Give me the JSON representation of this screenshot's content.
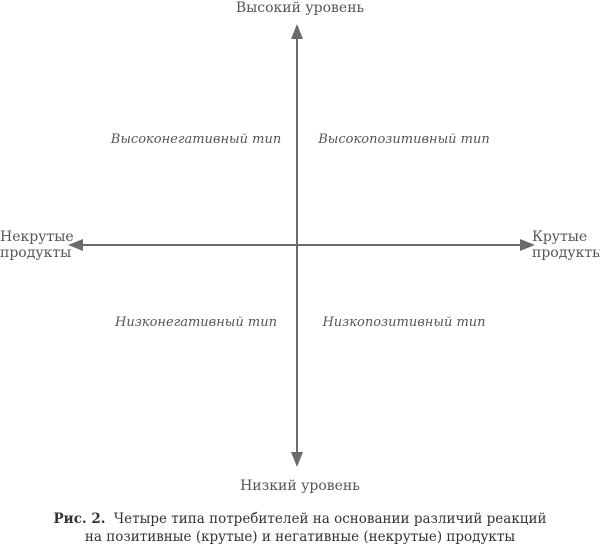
{
  "axes": {
    "top": "Высокий уровень",
    "bottom": "Низкий уровень",
    "left": "Некрутые продукты",
    "right": "Крутые продукты"
  },
  "quadrants": {
    "top_left": "Высоконегативный тип",
    "top_right": "Высокопозитивный тип",
    "bottom_left": "Низконегативный тип",
    "bottom_right": "Низкопозитивный тип"
  },
  "caption": {
    "figure_number": "Рис. 2.",
    "line1": "Четыре типа потребителей на основании различий реакций",
    "line2": "на позитивные (крутые) и негативные (некрутые) продукты"
  },
  "colors": {
    "axis": "#6b6b6b",
    "text": "#555555"
  }
}
